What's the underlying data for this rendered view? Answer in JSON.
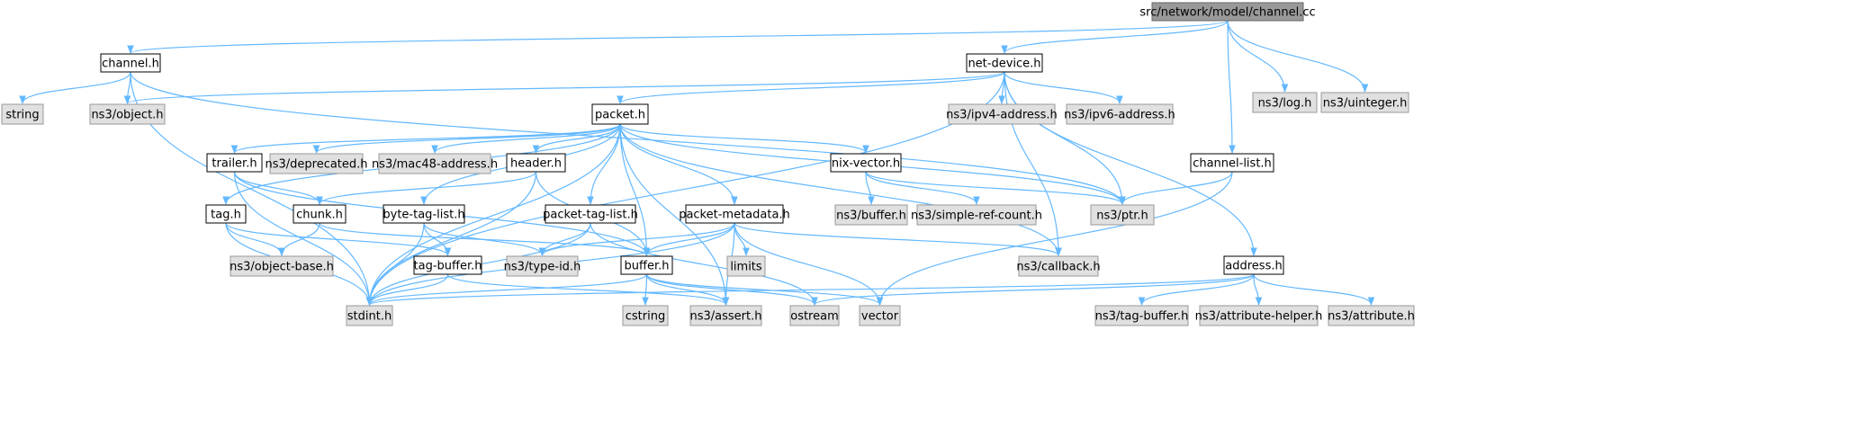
{
  "colors": {
    "root_fill": "#999999",
    "root_stroke": "#666666",
    "local_fill": "#ffffff",
    "local_stroke": "#000000",
    "external_fill": "#e0e0e0",
    "external_stroke": "#999999",
    "edge": "#63b8ff"
  },
  "nodes": {
    "channel_cc": {
      "label": "src/network/model/channel.cc",
      "kind": "root"
    },
    "channel_h": {
      "label": "channel.h",
      "kind": "local"
    },
    "net_device_h": {
      "label": "net-device.h",
      "kind": "local"
    },
    "ns3_log_h": {
      "label": "ns3/log.h",
      "kind": "external"
    },
    "ns3_uinteger_h": {
      "label": "ns3/uinteger.h",
      "kind": "external"
    },
    "string": {
      "label": "string",
      "kind": "external"
    },
    "ns3_object_h": {
      "label": "ns3/object.h",
      "kind": "external"
    },
    "packet_h": {
      "label": "packet.h",
      "kind": "local"
    },
    "ns3_ipv4_address_h": {
      "label": "ns3/ipv4-address.h",
      "kind": "external"
    },
    "ns3_ipv6_address_h": {
      "label": "ns3/ipv6-address.h",
      "kind": "external"
    },
    "channel_list_h": {
      "label": "channel-list.h",
      "kind": "local"
    },
    "trailer_h": {
      "label": "trailer.h",
      "kind": "local"
    },
    "ns3_deprecated_h": {
      "label": "ns3/deprecated.h",
      "kind": "external"
    },
    "ns3_mac48_address_h": {
      "label": "ns3/mac48-address.h",
      "kind": "external"
    },
    "header_h": {
      "label": "header.h",
      "kind": "local"
    },
    "nix_vector_h": {
      "label": "nix-vector.h",
      "kind": "local"
    },
    "tag_h": {
      "label": "tag.h",
      "kind": "local"
    },
    "chunk_h": {
      "label": "chunk.h",
      "kind": "local"
    },
    "byte_tag_list_h": {
      "label": "byte-tag-list.h",
      "kind": "local"
    },
    "packet_tag_list_h": {
      "label": "packet-tag-list.h",
      "kind": "local"
    },
    "packet_metadata_h": {
      "label": "packet-metadata.h",
      "kind": "local"
    },
    "ns3_buffer_h": {
      "label": "ns3/buffer.h",
      "kind": "external"
    },
    "ns3_simple_ref_count_h": {
      "label": "ns3/simple-ref-count.h",
      "kind": "external"
    },
    "ns3_ptr_h": {
      "label": "ns3/ptr.h",
      "kind": "external"
    },
    "ns3_object_base_h": {
      "label": "ns3/object-base.h",
      "kind": "external"
    },
    "tag_buffer_h": {
      "label": "tag-buffer.h",
      "kind": "local"
    },
    "ns3_type_id_h": {
      "label": "ns3/type-id.h",
      "kind": "external"
    },
    "buffer_h": {
      "label": "buffer.h",
      "kind": "local"
    },
    "limits": {
      "label": "limits",
      "kind": "external"
    },
    "ns3_callback_h": {
      "label": "ns3/callback.h",
      "kind": "external"
    },
    "address_h": {
      "label": "address.h",
      "kind": "local"
    },
    "stdint_h": {
      "label": "stdint.h",
      "kind": "external"
    },
    "cstring": {
      "label": "cstring",
      "kind": "external"
    },
    "ns3_assert_h": {
      "label": "ns3/assert.h",
      "kind": "external"
    },
    "ostream": {
      "label": "ostream",
      "kind": "external"
    },
    "vector": {
      "label": "vector",
      "kind": "external"
    },
    "ns3_tag_buffer_h": {
      "label": "ns3/tag-buffer.h",
      "kind": "external"
    },
    "ns3_attribute_helper_h": {
      "label": "ns3/attribute-helper.h",
      "kind": "external"
    },
    "ns3_attribute_h": {
      "label": "ns3/attribute.h",
      "kind": "external"
    }
  },
  "edges": [
    [
      "channel_cc",
      "channel_h"
    ],
    [
      "channel_cc",
      "net_device_h"
    ],
    [
      "channel_cc",
      "ns3_log_h"
    ],
    [
      "channel_cc",
      "ns3_uinteger_h"
    ],
    [
      "channel_cc",
      "channel_list_h"
    ],
    [
      "channel_h",
      "string"
    ],
    [
      "channel_h",
      "ns3_object_h"
    ],
    [
      "channel_h",
      "stdint_h"
    ],
    [
      "channel_h",
      "ns3_ptr_h"
    ],
    [
      "net_device_h",
      "ns3_object_h"
    ],
    [
      "net_device_h",
      "packet_h"
    ],
    [
      "net_device_h",
      "ns3_ipv4_address_h"
    ],
    [
      "net_device_h",
      "ns3_ipv6_address_h"
    ],
    [
      "net_device_h",
      "address_h"
    ],
    [
      "net_device_h",
      "stdint_h"
    ],
    [
      "net_device_h",
      "ns3_ptr_h"
    ],
    [
      "net_device_h",
      "ns3_callback_h"
    ],
    [
      "packet_h",
      "trailer_h"
    ],
    [
      "packet_h",
      "ns3_deprecated_h"
    ],
    [
      "packet_h",
      "ns3_mac48_address_h"
    ],
    [
      "packet_h",
      "header_h"
    ],
    [
      "packet_h",
      "nix_vector_h"
    ],
    [
      "packet_h",
      "tag_h"
    ],
    [
      "packet_h",
      "byte_tag_list_h"
    ],
    [
      "packet_h",
      "packet_tag_list_h"
    ],
    [
      "packet_h",
      "packet_metadata_h"
    ],
    [
      "packet_h",
      "buffer_h"
    ],
    [
      "packet_h",
      "ns3_ptr_h"
    ],
    [
      "packet_h",
      "ns3_callback_h"
    ],
    [
      "packet_h",
      "ns3_assert_h"
    ],
    [
      "packet_h",
      "stdint_h"
    ],
    [
      "channel_list_h",
      "ns3_ptr_h"
    ],
    [
      "channel_list_h",
      "vector"
    ],
    [
      "trailer_h",
      "chunk_h"
    ],
    [
      "trailer_h",
      "buffer_h"
    ],
    [
      "trailer_h",
      "stdint_h"
    ],
    [
      "header_h",
      "chunk_h"
    ],
    [
      "header_h",
      "buffer_h"
    ],
    [
      "header_h",
      "stdint_h"
    ],
    [
      "nix_vector_h",
      "ns3_buffer_h"
    ],
    [
      "nix_vector_h",
      "ns3_simple_ref_count_h"
    ],
    [
      "nix_vector_h",
      "ns3_ptr_h"
    ],
    [
      "tag_h",
      "ns3_object_base_h"
    ],
    [
      "tag_h",
      "tag_buffer_h"
    ],
    [
      "tag_h",
      "stdint_h"
    ],
    [
      "chunk_h",
      "ns3_object_base_h"
    ],
    [
      "chunk_h",
      "buffer_h"
    ],
    [
      "byte_tag_list_h",
      "tag_buffer_h"
    ],
    [
      "byte_tag_list_h",
      "ns3_type_id_h"
    ],
    [
      "byte_tag_list_h",
      "stdint_h"
    ],
    [
      "packet_tag_list_h",
      "ns3_type_id_h"
    ],
    [
      "packet_tag_list_h",
      "stdint_h"
    ],
    [
      "packet_tag_list_h",
      "ostream"
    ],
    [
      "packet_metadata_h",
      "buffer_h"
    ],
    [
      "packet_metadata_h",
      "limits"
    ],
    [
      "packet_metadata_h",
      "ns3_callback_h"
    ],
    [
      "packet_metadata_h",
      "ns3_type_id_h"
    ],
    [
      "packet_metadata_h",
      "ns3_assert_h"
    ],
    [
      "packet_metadata_h",
      "vector"
    ],
    [
      "packet_metadata_h",
      "stdint_h"
    ],
    [
      "tag_buffer_h",
      "stdint_h"
    ],
    [
      "tag_buffer_h",
      "ns3_assert_h"
    ],
    [
      "buffer_h",
      "stdint_h"
    ],
    [
      "buffer_h",
      "cstring"
    ],
    [
      "buffer_h",
      "ns3_assert_h"
    ],
    [
      "buffer_h",
      "ostream"
    ],
    [
      "buffer_h",
      "vector"
    ],
    [
      "address_h",
      "stdint_h"
    ],
    [
      "address_h",
      "ostream"
    ],
    [
      "address_h",
      "ns3_tag_buffer_h"
    ],
    [
      "address_h",
      "ns3_attribute_helper_h"
    ],
    [
      "address_h",
      "ns3_attribute_h"
    ]
  ]
}
